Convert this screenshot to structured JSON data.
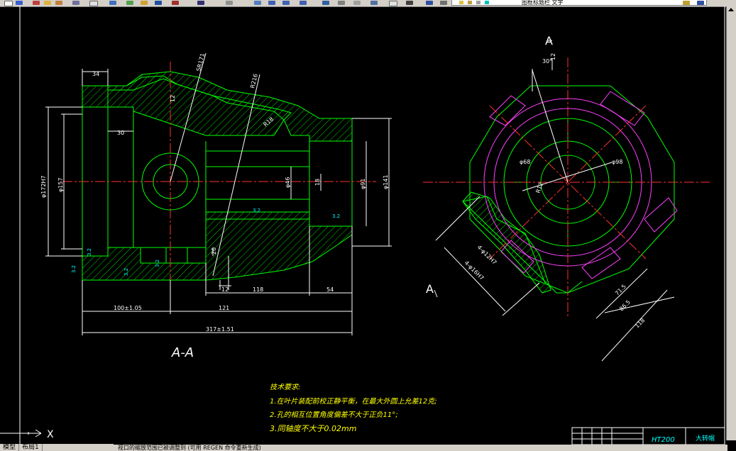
{
  "toolbar": {
    "layer_value": "图框标题栏 文字",
    "buttons": [
      "new-icon",
      "save-icon",
      "cut-icon",
      "copy-icon",
      "paste-icon",
      "matchprop-icon",
      "undo-icon",
      "redo-icon",
      "pan-icon",
      "zoom-realtime-icon",
      "zoom-window-icon",
      "zoom-previous-icon",
      "properties-icon",
      "design-center-icon",
      "tool-palette-icon",
      "calculator-icon",
      "help-icon"
    ]
  },
  "drawing": {
    "section_label": "A-A",
    "section_marker_top": "A",
    "section_marker_bottom": "A",
    "dims": {
      "d1": "34",
      "d2": "30",
      "d3": "12",
      "d4": "20",
      "d5": "12",
      "d6": "118",
      "d7": "54",
      "d8": "100±1.05",
      "d9": "121",
      "d10": "317±1.51",
      "d11": "φ172H7",
      "d12": "φ157",
      "d13": "φ46",
      "d14": "18",
      "d15": "φ91",
      "d16": "φ141",
      "d17": "SR171",
      "d18": "R216",
      "d19": "R18",
      "d20": "30°",
      "d21": "12",
      "d22": "φ68",
      "d23": "φ98",
      "d24": "R12",
      "d25": "4-φ12H7",
      "d26": "4-φ16H7",
      "d27": "71.5",
      "d28": "86.5",
      "d29": "118"
    },
    "roughness": [
      "3.2",
      "3.2",
      "3.2",
      "3.2",
      "3.2",
      "3.2"
    ]
  },
  "notes": {
    "title": "技术要求:",
    "items": [
      "1.在叶片装配前校正静平衡，在最大外圆上允差12克;",
      "2.孔的相互位置角度偏差不大于正负11°;",
      "3.同轴度不大于0.02mm"
    ]
  },
  "title_block": {
    "material": "HT200",
    "part_name": "大转帽"
  },
  "ucs_label": "X",
  "tabs": [
    "模型",
    "布局1"
  ],
  "command_line": "视口的缩放范围已被调整到 (可用 REGEN 命令重新生成)"
}
